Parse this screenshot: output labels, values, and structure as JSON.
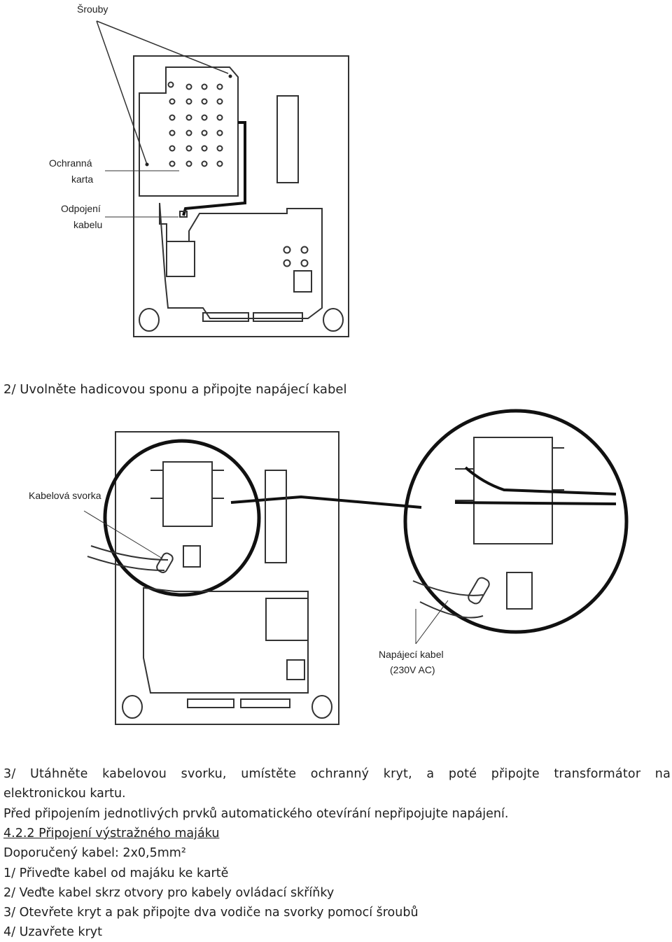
{
  "figure1": {
    "labels": {
      "screws": "Šrouby",
      "guard_card_1": "Ochranná",
      "guard_card_2": "karta",
      "cable_conn_1": "Odpojení",
      "cable_conn_2": "kabelu"
    }
  },
  "step2": "2/ Uvolněte hadicovou sponu a připojte napájecí kabel",
  "figure2": {
    "labels": {
      "cable_clamp": "Kabelová svorka",
      "power_cable_1": "Napájecí kabel",
      "power_cable_2": "(230V AC)"
    }
  },
  "text": {
    "step3_line1": "3/ Utáhněte kabelovou svorku, umístěte ochranný kryt, a poté připojte transformátor na",
    "step3_line2": "elektronickou kartu.",
    "warning": "Před připojením jednotlivých prvků automatického otevírání nepřipojujte napájení.",
    "section_title": "4.2.2 Připojení výstražného majáku",
    "recommended_cable": "Doporučený kabel: 2x0,5mm²",
    "item1": "1/ Přiveďte kabel od majáku ke kartě",
    "item2": "2/ Veďte kabel skrz otvory pro kabely ovládací skříňky",
    "item3": "3/ Otevřete kryt a pak připojte dva vodiče na svorky pomocí šroubů",
    "item4": "4/ Uzavřete kryt"
  }
}
